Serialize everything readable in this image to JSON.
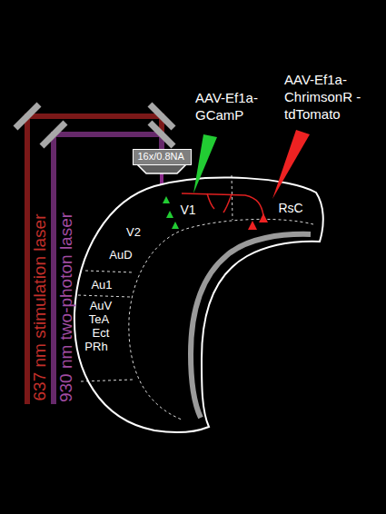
{
  "diagram": {
    "nodes": [
      {
        "text": [
          "16x/0.8NA"
        ]
      }
    ],
    "labels": [
      "AAV-Ef1a- GCamP",
      "AAV-Ef1a- ChrimsonR -tdTomato",
      "637 nm stimulation laser",
      "930 nm two-photon laser",
      "V1",
      "RsC",
      "V2",
      "AuD",
      "Au1",
      "AuV",
      "TeA",
      "Ect",
      "PRh"
    ]
  }
}
